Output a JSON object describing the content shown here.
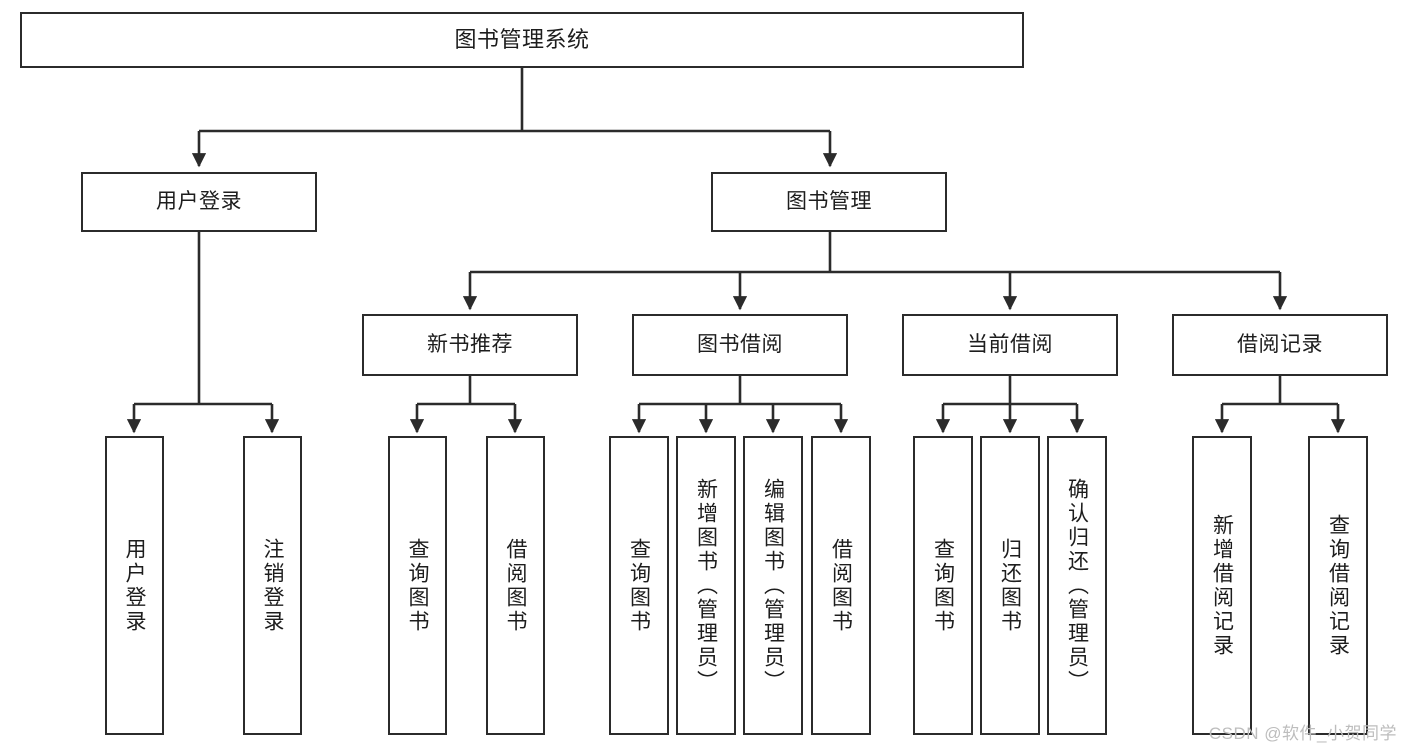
{
  "diagram": {
    "title_node": {
      "label": "图书管理系统"
    },
    "level2": [
      {
        "id": "user-login",
        "label": "用户登录"
      },
      {
        "id": "book-management",
        "label": "图书管理"
      }
    ],
    "level3": [
      {
        "id": "new-book-recommend",
        "label": "新书推荐"
      },
      {
        "id": "book-borrow",
        "label": "图书借阅"
      },
      {
        "id": "current-borrow",
        "label": "当前借阅"
      },
      {
        "id": "borrow-record",
        "label": "借阅记录"
      }
    ],
    "leaves": [
      {
        "id": "leaf-user-login",
        "label": "用户登录"
      },
      {
        "id": "leaf-logout",
        "label": "注销登录"
      },
      {
        "id": "leaf-query-book-1",
        "label": "查询图书"
      },
      {
        "id": "leaf-borrow-book-1",
        "label": "借阅图书"
      },
      {
        "id": "leaf-query-book-2",
        "label": "查询图书"
      },
      {
        "id": "leaf-add-book",
        "label": "新增图书（管理员）"
      },
      {
        "id": "leaf-edit-book",
        "label": "编辑图书（管理员）"
      },
      {
        "id": "leaf-borrow-book-2",
        "label": "借阅图书"
      },
      {
        "id": "leaf-query-book-3",
        "label": "查询图书"
      },
      {
        "id": "leaf-return-book",
        "label": "归还图书"
      },
      {
        "id": "leaf-confirm-return",
        "label": "确认归还（管理员）"
      },
      {
        "id": "leaf-add-record",
        "label": "新增借阅记录"
      },
      {
        "id": "leaf-query-record",
        "label": "查询借阅记录"
      }
    ],
    "watermark": "CSDN @软件_小贺同学",
    "colors": {
      "stroke": "#2b2b2b",
      "background": "#ffffff",
      "text": "#1d1d1d",
      "watermark": "#bdbdbd"
    }
  }
}
